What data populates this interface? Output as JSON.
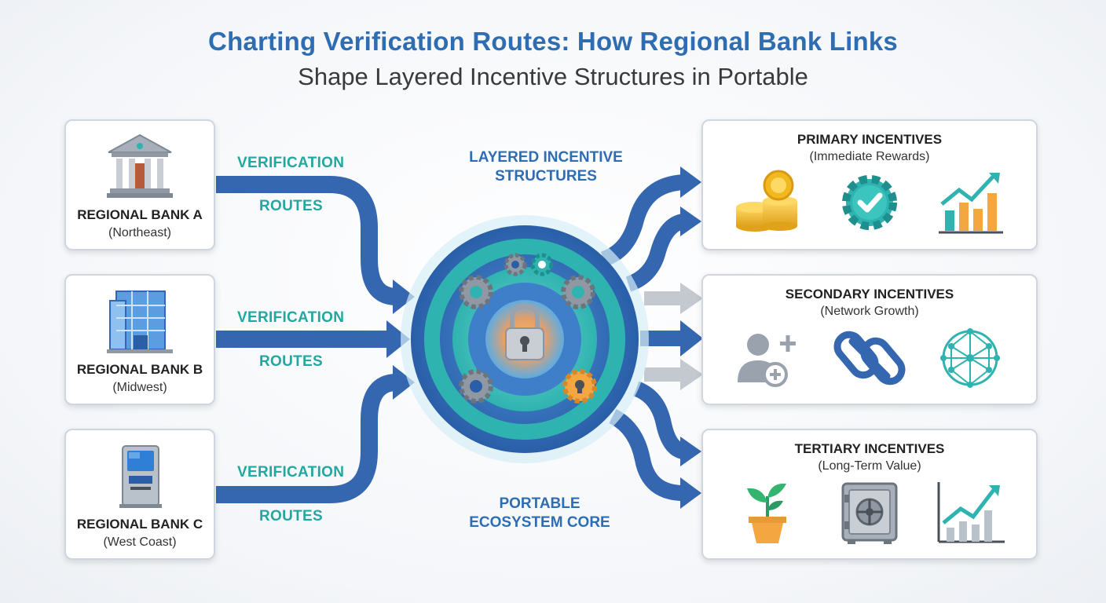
{
  "title": {
    "line1": "Charting Verification Routes: How Regional Bank Links",
    "line2": "Shape Layered Incentive Structures in Portable"
  },
  "banks": [
    {
      "name": "REGIONAL BANK A",
      "region": "(Northeast)",
      "icon": "bank-building-icon"
    },
    {
      "name": "REGIONAL BANK B",
      "region": "(Midwest)",
      "icon": "office-building-icon"
    },
    {
      "name": "REGIONAL BANK C",
      "region": "(West Coast)",
      "icon": "atm-kiosk-icon"
    }
  ],
  "routes": [
    {
      "line1": "VERIFICATION",
      "line2": "ROUTES"
    },
    {
      "line1": "VERIFICATION",
      "line2": "ROUTES"
    },
    {
      "line1": "VERIFICATION",
      "line2": "ROUTES"
    }
  ],
  "center": {
    "top_line1": "LAYERED INCENTIVE",
    "top_line2": "STRUCTURES",
    "bottom_line1": "PORTABLE",
    "bottom_line2": "ECOSYSTEM CORE",
    "icon": "padlock-gears-icon"
  },
  "incentives": [
    {
      "heading": "PRIMARY INCENTIVES",
      "sub": "(Immediate Rewards)",
      "icons": [
        "coin-stack-icon",
        "gear-check-icon",
        "growth-bar-chart-icon"
      ]
    },
    {
      "heading": "SECONDARY INCENTIVES",
      "sub": "(Network Growth)",
      "icons": [
        "add-user-icon",
        "chain-link-icon",
        "network-globe-icon"
      ]
    },
    {
      "heading": "TERTIARY INCENTIVES",
      "sub": "(Long-Term Value)",
      "icons": [
        "potted-plant-icon",
        "vault-safe-icon",
        "trend-chart-icon"
      ]
    }
  ],
  "colors": {
    "title_blue": "#2f6db3",
    "route_teal": "#23a7a0",
    "arrow_blue": "#3567b0",
    "arrow_gray": "#c4c9d0"
  }
}
